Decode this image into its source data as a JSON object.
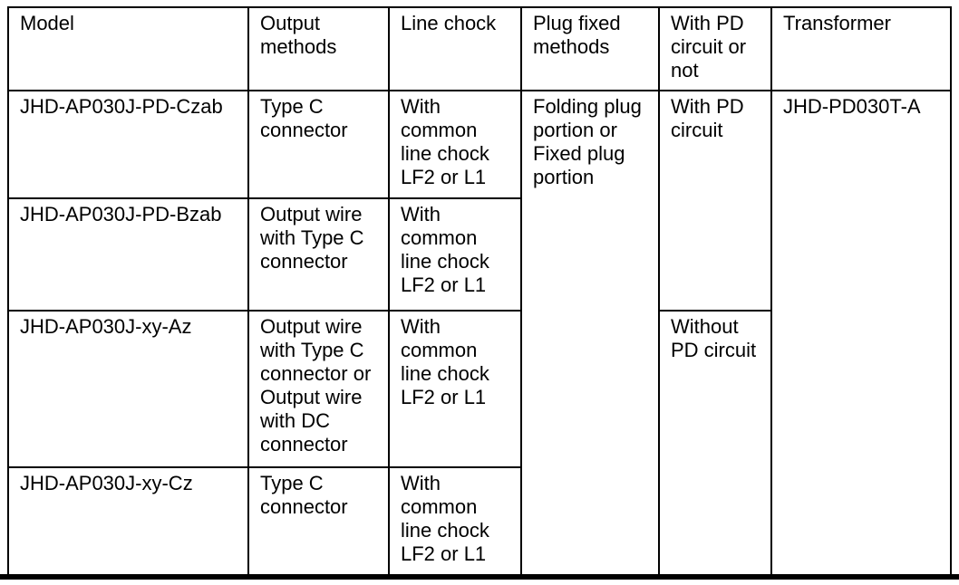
{
  "page": {
    "background": "#ffffff",
    "border_color": "#000000",
    "text_color": "#000000"
  },
  "table": {
    "headers": [
      "Model",
      "Output\nmethods",
      "Line chock",
      "Plug fixed\nmethods",
      "With PD\ncircuit or\nnot",
      "Transformer"
    ],
    "rows": [
      {
        "model": "JHD-AP030J-PD-Czab",
        "output_method": "Type C\nconnector",
        "line_chock": "With\ncommon\nline chock\nLF2 or L1"
      },
      {
        "model": "JHD-AP030J-PD-Bzab",
        "output_method": "Output wire\nwith Type C\nconnector",
        "line_chock": "With\ncommon\nline chock\nLF2 or L1"
      },
      {
        "model": "JHD-AP030J-xy-Az",
        "output_method": "Output wire\nwith Type C\nconnector or\nOutput wire\nwith DC\nconnector",
        "line_chock": "With\ncommon\nline chock\nLF2 or L1"
      },
      {
        "model": "JHD-AP030J-xy-Cz",
        "output_method": "Type C\nconnector",
        "line_chock": "With\ncommon\nline chock\nLF2 or L1"
      }
    ],
    "plug_fixed_methods": "Folding plug\nportion or\nFixed plug\nportion",
    "pd_circuit_with": "With PD\ncircuit",
    "pd_circuit_without": "Without\nPD circuit",
    "transformer": "JHD-PD030T-A"
  }
}
